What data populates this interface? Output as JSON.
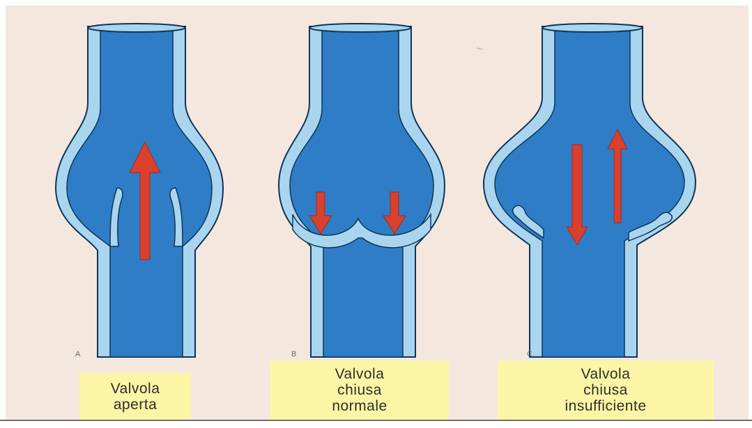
{
  "colors": {
    "background": "#f4e7de",
    "lumen": "#2f7dc7",
    "wall": "#a9d5ef",
    "outline": "#0f3455",
    "arrow": "#d9412e",
    "caption_bg": "#fbf6a6"
  },
  "panels": [
    {
      "letter": "A",
      "caption_lines": [
        "Valvola",
        "aperta"
      ],
      "flow": "up"
    },
    {
      "letter": "B",
      "caption_lines": [
        "Valvola",
        "chiusa",
        "normale"
      ],
      "flow": "down"
    },
    {
      "letter": "C",
      "caption_lines": [
        "Valvola",
        "chiusa",
        "insufficiente"
      ],
      "flow": "reflux"
    }
  ]
}
